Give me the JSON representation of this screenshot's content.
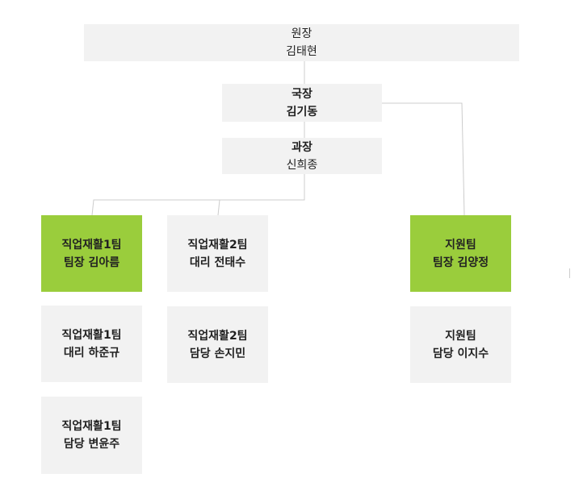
{
  "org": {
    "director": {
      "title": "원장",
      "name": "김태현"
    },
    "bureau_chief": {
      "title": "국장",
      "name": "김기동"
    },
    "section_chief": {
      "title": "과장",
      "name": "신희종"
    },
    "team1_leader": {
      "team": "직업재활1팀",
      "person": "팀장 김아름"
    },
    "team1_staff_a": {
      "team": "직업재활1팀",
      "person": "대리 하준규"
    },
    "team1_staff_b": {
      "team": "직업재활1팀",
      "person": "담당 변윤주"
    },
    "team2_staff_a": {
      "team": "직업재활2팀",
      "person": "대리 전태수"
    },
    "team2_staff_b": {
      "team": "직업재활2팀",
      "person": "담당 손지민"
    },
    "support_leader": {
      "team": "지원팀",
      "person": "팀장 김양정"
    },
    "support_staff": {
      "team": "지원팀",
      "person": "담당 이지수"
    }
  },
  "colors": {
    "box": "#f2f2f2",
    "leader_box": "#9acd3c",
    "connector": "#cccccc"
  }
}
